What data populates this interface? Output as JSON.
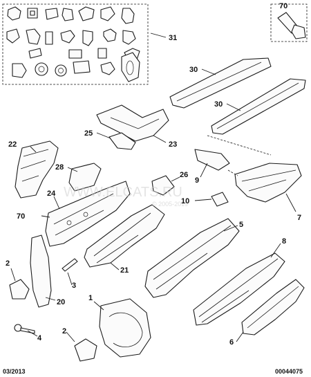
{
  "callouts": {
    "c70_top": "70",
    "c31": "31",
    "c30_a": "30",
    "c30_b": "30",
    "c25": "25",
    "c23": "23",
    "c22": "22",
    "c28": "28",
    "c26": "26",
    "c9": "9",
    "c24": "24",
    "c10": "10",
    "c7": "7",
    "c70_mid": "70",
    "c5": "5",
    "c8": "8",
    "c2_a": "2",
    "c3": "3",
    "c21": "21",
    "c20": "20",
    "c1": "1",
    "c4": "4",
    "c2_b": "2",
    "c6": "6"
  },
  "footer": {
    "date": "03/2013",
    "code": "00044075"
  },
  "watermark": {
    "main": "WWW.ELCATS.RU",
    "sub": "© 2005-2019"
  }
}
